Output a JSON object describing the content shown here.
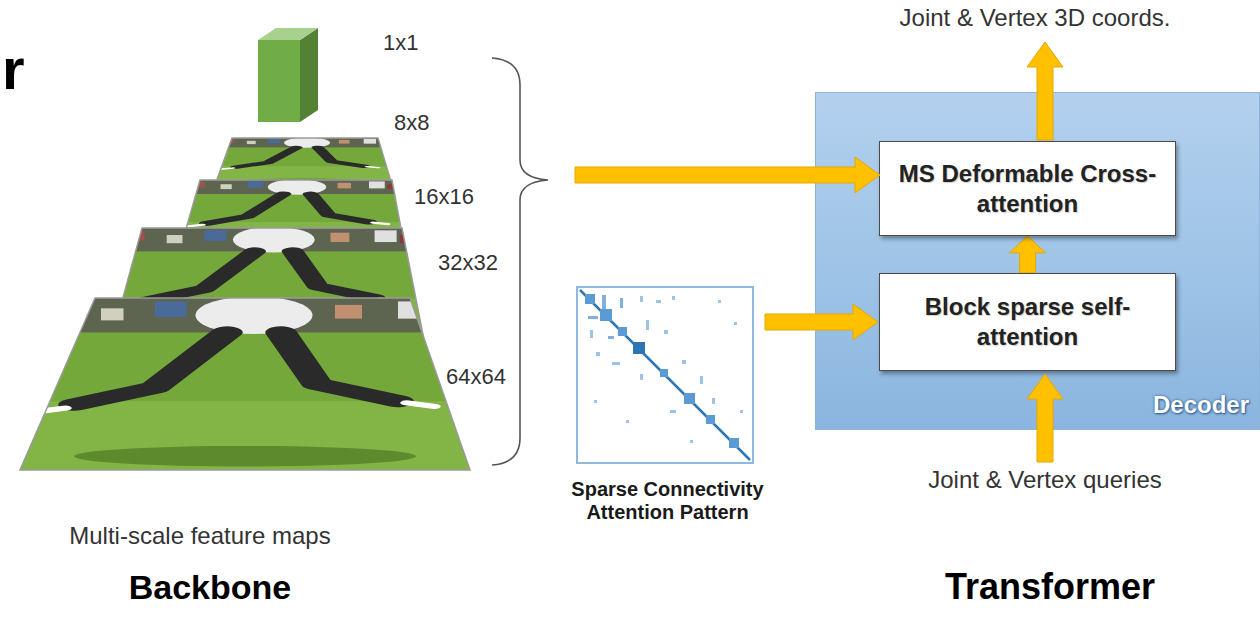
{
  "diagram": {
    "nodes": [
      {
        "text": [
          "Decoder"
        ]
      },
      {
        "text": [
          "MS Deformable Cross-attention"
        ],
        "in": 0
      },
      {
        "text": [
          "Block sparse self-attention"
        ],
        "in": 0
      }
    ],
    "edges": [
      {
        "from": 2,
        "to": 1,
        "arrow": "to"
      }
    ],
    "labels": [
      "r",
      "1x1",
      "8x8",
      "16x16",
      "32x32",
      "64x64",
      "Multi-scale feature maps",
      "Backbone",
      "Sparse Connectivity Attention Pattern",
      "Joint & Vertex queries",
      "Joint & Vertex 3D coords.",
      "Transformer"
    ]
  }
}
